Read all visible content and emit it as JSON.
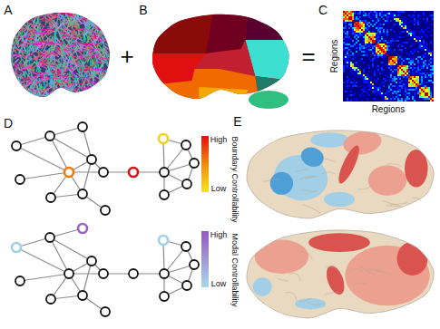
{
  "diagram": {
    "labels": [
      "A",
      "+",
      "B",
      "=",
      "C",
      "Regions",
      "Regions",
      "D",
      "E",
      "High",
      "Boundary Controllability",
      "Low",
      "High",
      "Modal Controllability",
      "Low"
    ]
  }
}
